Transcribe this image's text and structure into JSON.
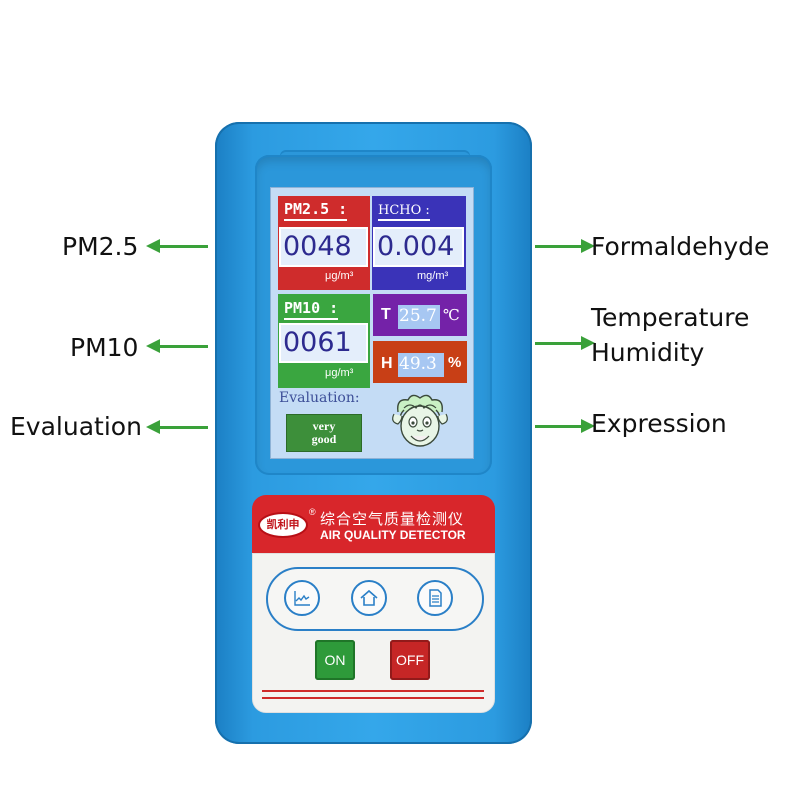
{
  "callouts": {
    "left": {
      "pm25": "PM2.5",
      "pm10": "PM10",
      "evaluation": "Evaluation"
    },
    "right": {
      "formaldehyde": "Formaldehyde",
      "temperature": "Temperature",
      "humidity": "Humidity",
      "expression": "Expression"
    }
  },
  "screen": {
    "pm25": {
      "title": "PM2.5 :",
      "value": "0048",
      "unit": "μg/m³"
    },
    "hcho": {
      "title": "HCHO :",
      "value": "0.004",
      "unit": "mg/m³"
    },
    "pm10": {
      "title": "PM10 :",
      "value": "0061",
      "unit": "μg/m³"
    },
    "temperature": {
      "letter": "T",
      "value": "25.7",
      "unit": "℃"
    },
    "humidity": {
      "letter": "H",
      "value": "49.3",
      "unit": "%"
    },
    "evaluation": {
      "label": "Evaluation:",
      "badge_line1": "very",
      "badge_line2": "good"
    }
  },
  "branding": {
    "logo_text": "凯利申",
    "registered": "®",
    "name_cn": "综合空气质量检测仪",
    "name_en": "AIR QUALITY DETECTOR"
  },
  "buttons": {
    "on": "ON",
    "off": "OFF",
    "icons": [
      "chart-icon",
      "home-icon",
      "document-icon"
    ]
  },
  "colors": {
    "device_blue": "#34a7ea",
    "pm25_panel": "#cf2c2c",
    "hcho_panel": "#3a33b8",
    "pm10_panel": "#3aa640",
    "temp_panel": "#7422a8",
    "humidity_panel": "#c83f16",
    "arrow": "#3aa13a",
    "brand_red": "#d8262b"
  }
}
